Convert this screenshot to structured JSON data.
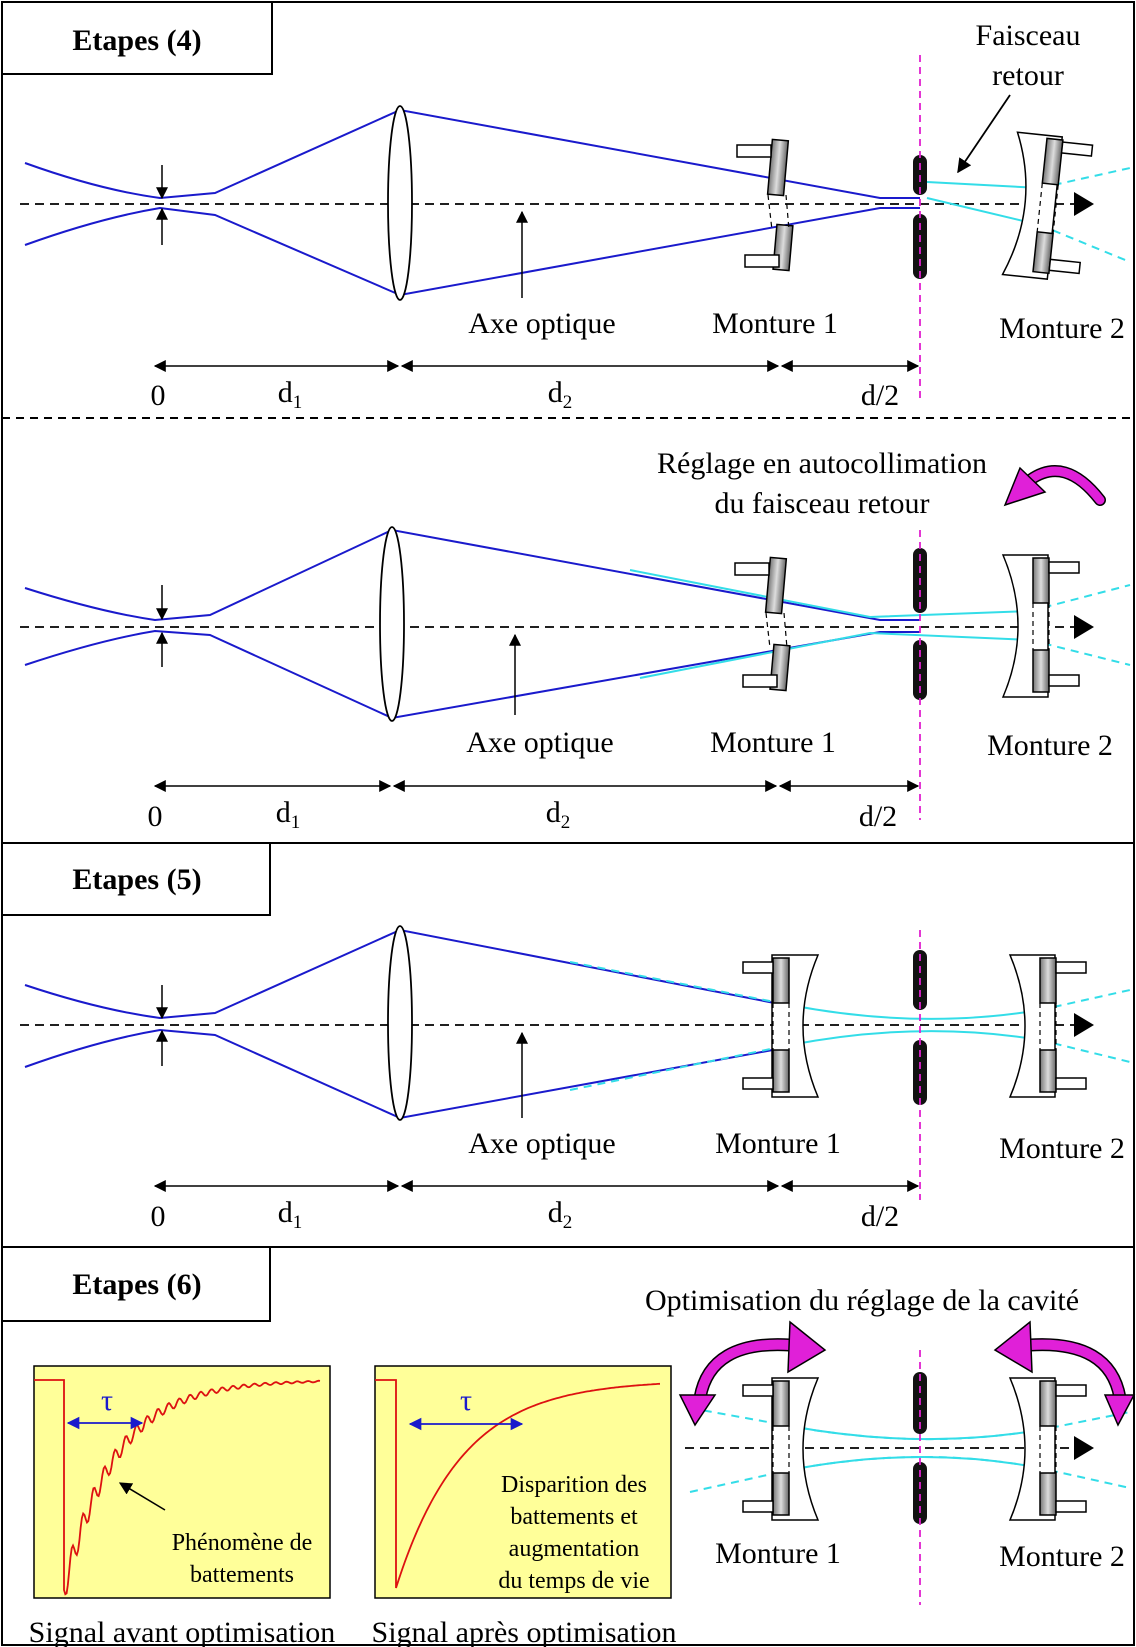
{
  "steps": [
    {
      "title": "Etapes (4)"
    },
    {
      "title": "Etapes (5)"
    },
    {
      "title": "Etapes (6)"
    }
  ],
  "labels": {
    "axe_optique": "Axe optique",
    "monture_1": "Monture 1",
    "monture_2": "Monture 2",
    "faisceau_retour": [
      "Faisceau",
      "retour"
    ],
    "reglage": [
      "Réglage en autocollimation",
      "du faisceau retour"
    ],
    "optimisation": "Optimisation du réglage de la cavité",
    "zero": "0",
    "d": "d",
    "sub_1": "1",
    "sub_2": "2",
    "d_half": "d/2",
    "tau": "τ",
    "phenomene": [
      "Phénomène de",
      "battements"
    ],
    "disparition": [
      "Disparition des",
      "battements et",
      "augmentation",
      "du temps de vie"
    ],
    "signal_avant": "Signal avant optimisation",
    "signal_apres": "Signal après optimisation"
  },
  "colors": {
    "beam": "#1a1acc",
    "return_beam": "#33dde8",
    "plane": "#e020d0",
    "arrow_rot": "#e020d8",
    "signal": "#dd1111",
    "panel_bg": "#ffff99",
    "tau_arrow": "#1a1acc"
  }
}
